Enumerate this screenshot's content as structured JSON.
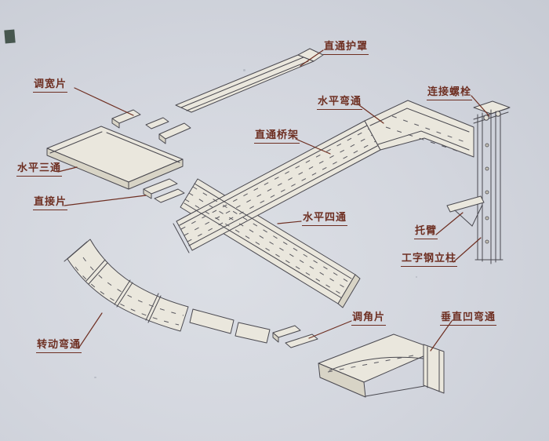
{
  "page": {
    "background_color": "#d3d6de",
    "ink_color": "#4a4950",
    "label_color": "#6e2f22"
  },
  "diagram": {
    "type": "cable-tray-assembly-exploded-view",
    "labels": [
      {
        "id": "straight-cover",
        "text": "直通护罩"
      },
      {
        "id": "width-adjust-piece",
        "text": "调宽片"
      },
      {
        "id": "horizontal-bend",
        "text": "水平弯通"
      },
      {
        "id": "connecting-bolt",
        "text": "连接螺栓"
      },
      {
        "id": "straight-tray",
        "text": "直通桥架"
      },
      {
        "id": "horizontal-tee",
        "text": "水平三通"
      },
      {
        "id": "direct-piece",
        "text": "直接片"
      },
      {
        "id": "horizontal-cross",
        "text": "水平四通"
      },
      {
        "id": "bracket-arm",
        "text": "托臂"
      },
      {
        "id": "i-beam-column",
        "text": "工字钢立柱"
      },
      {
        "id": "angle-adjust-piece",
        "text": "调角片"
      },
      {
        "id": "vertical-concave-bend",
        "text": "垂直凹弯通"
      },
      {
        "id": "rotating-bend",
        "text": "转动弯通"
      }
    ]
  }
}
